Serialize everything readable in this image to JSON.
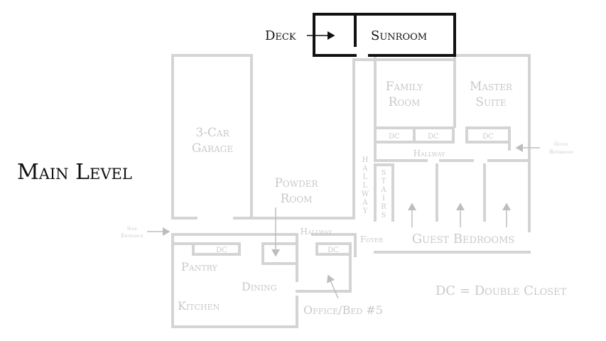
{
  "title": "Main Level",
  "rooms": {
    "deck": "Deck",
    "sunroom": "Sunroom",
    "family_room": [
      "Family",
      "Room"
    ],
    "master_suite": [
      "Master",
      "Suite"
    ],
    "garage": [
      "3-Car",
      "Garage"
    ],
    "powder_room": [
      "Powder",
      "Room"
    ],
    "hallway_upper": "Hallway",
    "hallway_vertical": [
      "H",
      "A",
      "L",
      "L",
      "W",
      "A",
      "Y"
    ],
    "stairs": [
      "S",
      "T",
      "A",
      "I",
      "R",
      "S"
    ],
    "guest_bathroom": [
      "Guest",
      "Bathroom"
    ],
    "side_entrance": [
      "Side",
      "Entrance"
    ],
    "hallway_lower": "Hallway",
    "foyer": "Foyer",
    "guest_bedrooms": "Guest Bedrooms",
    "pantry": "Pantry",
    "dining": "Dining",
    "kitchen": "Kitchen",
    "office": "Office/Bed #5"
  },
  "closets": {
    "dc1": "DC",
    "dc2": "DC",
    "dc3": "DC",
    "dc4": "DC",
    "dc5": "DC"
  },
  "legend": "DC = Double Closet"
}
